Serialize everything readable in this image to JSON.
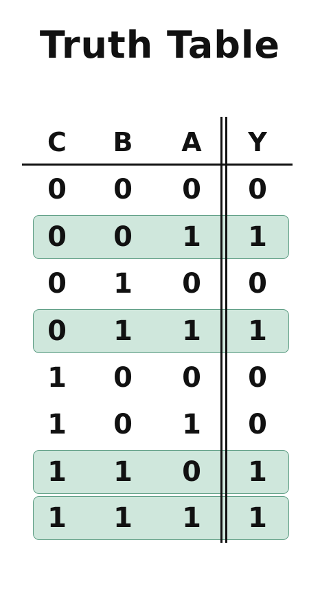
{
  "title": "Truth Table",
  "headers": [
    "C",
    "B",
    "A",
    "Y"
  ],
  "rows": [
    {
      "C": "0",
      "B": "0",
      "A": "0",
      "Y": "0",
      "highlighted": false
    },
    {
      "C": "0",
      "B": "0",
      "A": "1",
      "Y": "1",
      "highlighted": true
    },
    {
      "C": "0",
      "B": "1",
      "A": "0",
      "Y": "0",
      "highlighted": false
    },
    {
      "C": "0",
      "B": "1",
      "A": "1",
      "Y": "1",
      "highlighted": true
    },
    {
      "C": "1",
      "B": "0",
      "A": "0",
      "Y": "0",
      "highlighted": false
    },
    {
      "C": "1",
      "B": "0",
      "A": "1",
      "Y": "0",
      "highlighted": false
    },
    {
      "C": "1",
      "B": "1",
      "A": "0",
      "Y": "1",
      "highlighted": true
    },
    {
      "C": "1",
      "B": "1",
      "A": "1",
      "Y": "1",
      "highlighted": true
    }
  ],
  "colors": {
    "highlight_fill": "#cfe7dc",
    "highlight_border": "#5f9e85",
    "text": "#111111"
  }
}
